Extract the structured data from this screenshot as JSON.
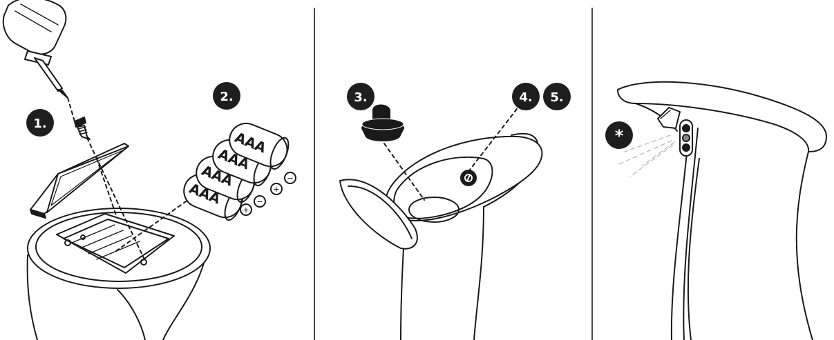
{
  "steps": {
    "s1": "1.",
    "s2": "2.",
    "s3": "3.",
    "s4": "4.",
    "s5": "5.",
    "star": "*"
  },
  "battery_label": "AAA",
  "polarity": {
    "plus": "+",
    "minus": "−"
  },
  "icons": {
    "screwdriver": "screwdriver-icon",
    "screw": "screw-icon",
    "cover": "battery-cover",
    "batteries": "aaa-batteries",
    "stopper": "refill-cap-icon",
    "power": "power-button-icon",
    "sensor": "motion-sensor-icon",
    "spray": "soap-spray-icon"
  },
  "colors": {
    "ink": "#1a1a1a",
    "badge": "#1e1e1e",
    "badge_text": "#ffffff",
    "background": "#ffffff"
  }
}
